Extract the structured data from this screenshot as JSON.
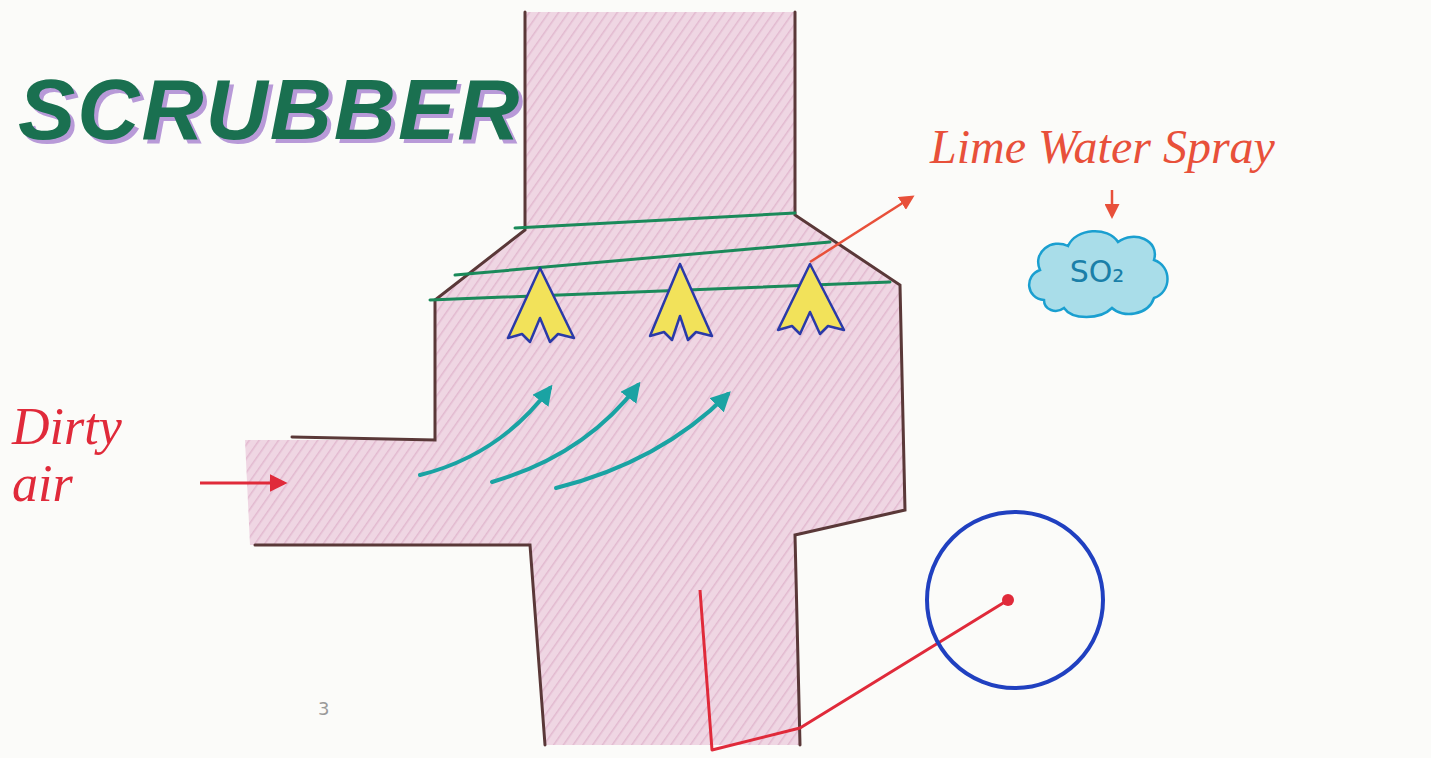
{
  "diagram": {
    "title": "SCRUBBER",
    "nodes": [
      {
        "text": [
          "SO₂"
        ]
      }
    ],
    "labels": [
      "Lime Water Spray",
      "Dirty air",
      "3"
    ]
  }
}
